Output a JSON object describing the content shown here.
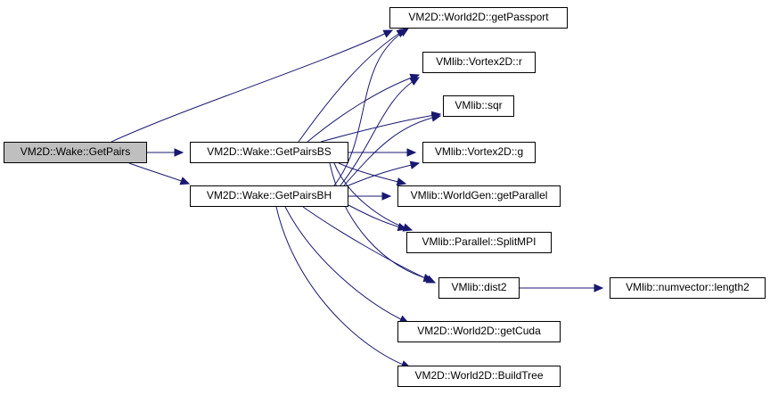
{
  "colors": {
    "edge": "#191970",
    "root_fill": "#bfbfbf",
    "node_fill": "#ffffff",
    "border": "#000000"
  },
  "nodes": {
    "get_pairs": "VM2D::Wake::GetPairs",
    "get_pairs_bs": "VM2D::Wake::GetPairsBS",
    "get_pairs_bh": "VM2D::Wake::GetPairsBH",
    "get_passport": "VM2D::World2D::getPassport",
    "vortex_r": "VMlib::Vortex2D::r",
    "sqr": "VMlib::sqr",
    "vortex_g": "VMlib::Vortex2D::g",
    "get_parallel": "VMlib::WorldGen::getParallel",
    "split_mpi": "VMlib::Parallel::SplitMPI",
    "dist2": "VMlib::dist2",
    "length2": "VMlib::numvector::length2",
    "get_cuda": "VM2D::World2D::getCuda",
    "build_tree": "VM2D::World2D::BuildTree"
  },
  "edges": [
    [
      "get_pairs",
      "get_passport"
    ],
    [
      "get_pairs",
      "get_pairs_bs"
    ],
    [
      "get_pairs",
      "get_pairs_bh"
    ],
    [
      "get_pairs_bs",
      "get_passport"
    ],
    [
      "get_pairs_bs",
      "vortex_r"
    ],
    [
      "get_pairs_bs",
      "sqr"
    ],
    [
      "get_pairs_bs",
      "vortex_g"
    ],
    [
      "get_pairs_bs",
      "get_parallel"
    ],
    [
      "get_pairs_bs",
      "split_mpi"
    ],
    [
      "get_pairs_bs",
      "dist2"
    ],
    [
      "get_pairs_bh",
      "get_passport"
    ],
    [
      "get_pairs_bh",
      "vortex_r"
    ],
    [
      "get_pairs_bh",
      "sqr"
    ],
    [
      "get_pairs_bh",
      "vortex_g"
    ],
    [
      "get_pairs_bh",
      "get_parallel"
    ],
    [
      "get_pairs_bh",
      "split_mpi"
    ],
    [
      "get_pairs_bh",
      "dist2"
    ],
    [
      "get_pairs_bh",
      "get_cuda"
    ],
    [
      "get_pairs_bh",
      "build_tree"
    ],
    [
      "dist2",
      "length2"
    ]
  ]
}
